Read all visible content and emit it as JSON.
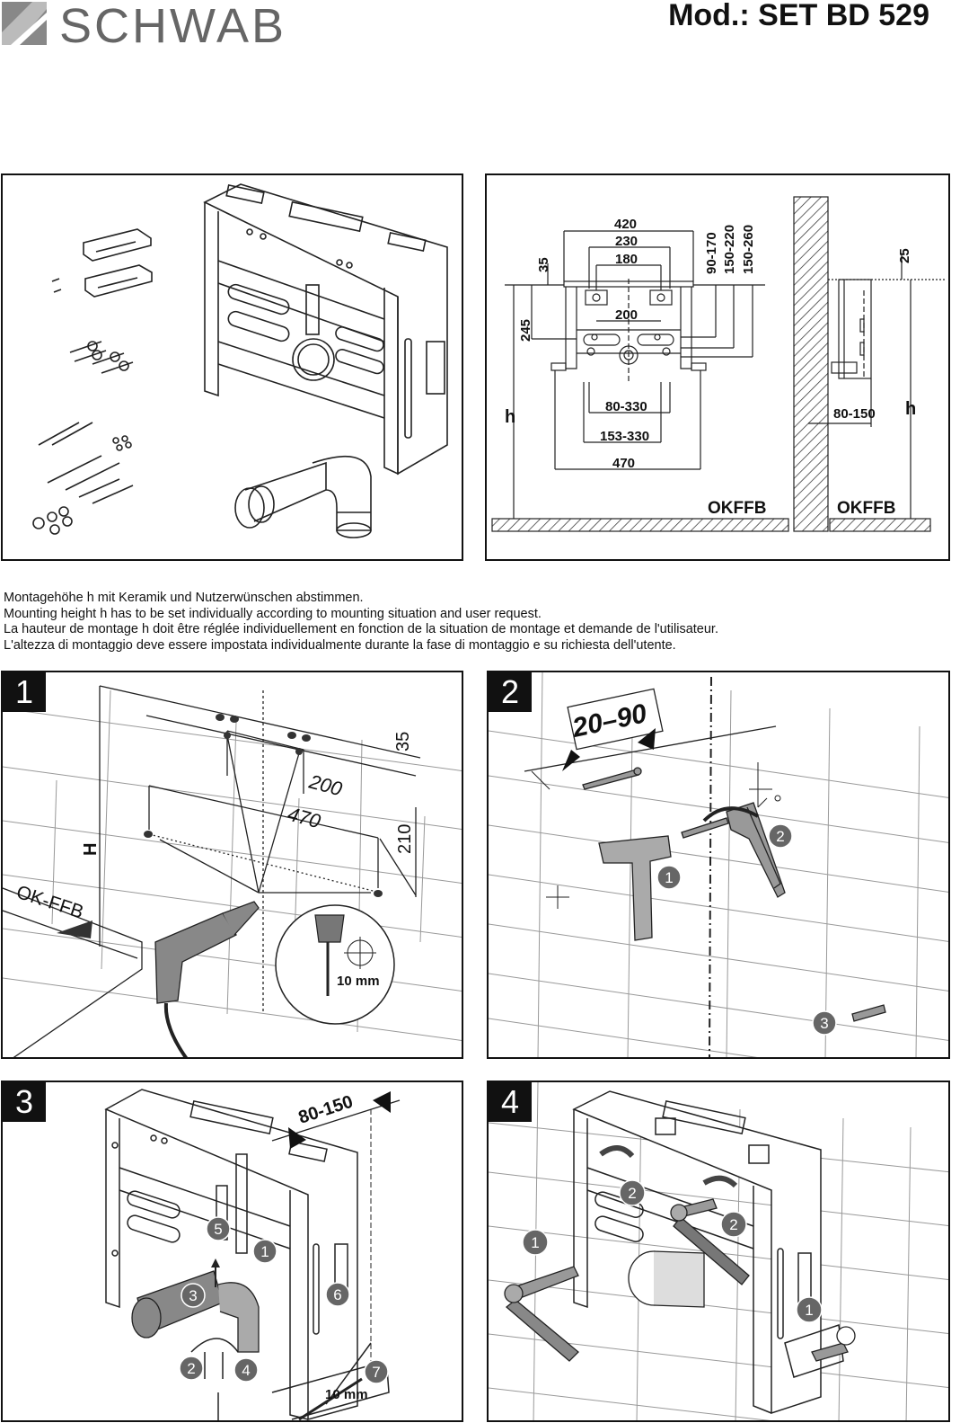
{
  "header": {
    "brand": "SCHWAB",
    "model": "Mod.: SET BD 529"
  },
  "dimension_panel": {
    "dim_420": "420",
    "dim_230": "230",
    "dim_180": "180",
    "dim_35": "35",
    "dim_90_170": "90-170",
    "dim_150_220": "150-220",
    "dim_150_260": "150-260",
    "dim_245": "245",
    "dim_200": "200",
    "dim_80_330": "80-330",
    "dim_153_330": "153-330",
    "dim_470": "470",
    "h_left": "h",
    "okffb_left": "OKFFB",
    "dim_25": "25",
    "dim_80_150": "80-150",
    "h_right": "h",
    "okffb_right": "OKFFB"
  },
  "instructions": [
    "Montagehöhe h mit Keramik und Nutzerwünschen abstimmen.",
    "Mounting height h has to be set individually according to mounting situation and user request.",
    "La hauteur de montage h doit être réglée individuellement en fonction de la situation de montage et demande de l'utilisateur.",
    "L'altezza di montaggio deve essere impostata individualmente durante la fase di montaggio e su  richiesta dell'utente."
  ],
  "steps": {
    "s1": {
      "number": "1",
      "dim_35": "35",
      "dim_200": "200",
      "dim_470": "470",
      "dim_210": "210",
      "h": "H",
      "okffb": "OK-FFB",
      "drill": "10 mm"
    },
    "s2": {
      "number": "2",
      "range": "20–90",
      "c1": "1",
      "c2": "2",
      "c3": "3"
    },
    "s3": {
      "number": "3",
      "dim": "80-150",
      "c1": "1",
      "c2": "2",
      "c3": "3",
      "c4": "4",
      "c5": "5",
      "c6": "6",
      "c7": "7",
      "wrench": "10 mm"
    },
    "s4": {
      "number": "4",
      "c1a": "1",
      "c1b": "1",
      "c2a": "2",
      "c2b": "2"
    }
  }
}
